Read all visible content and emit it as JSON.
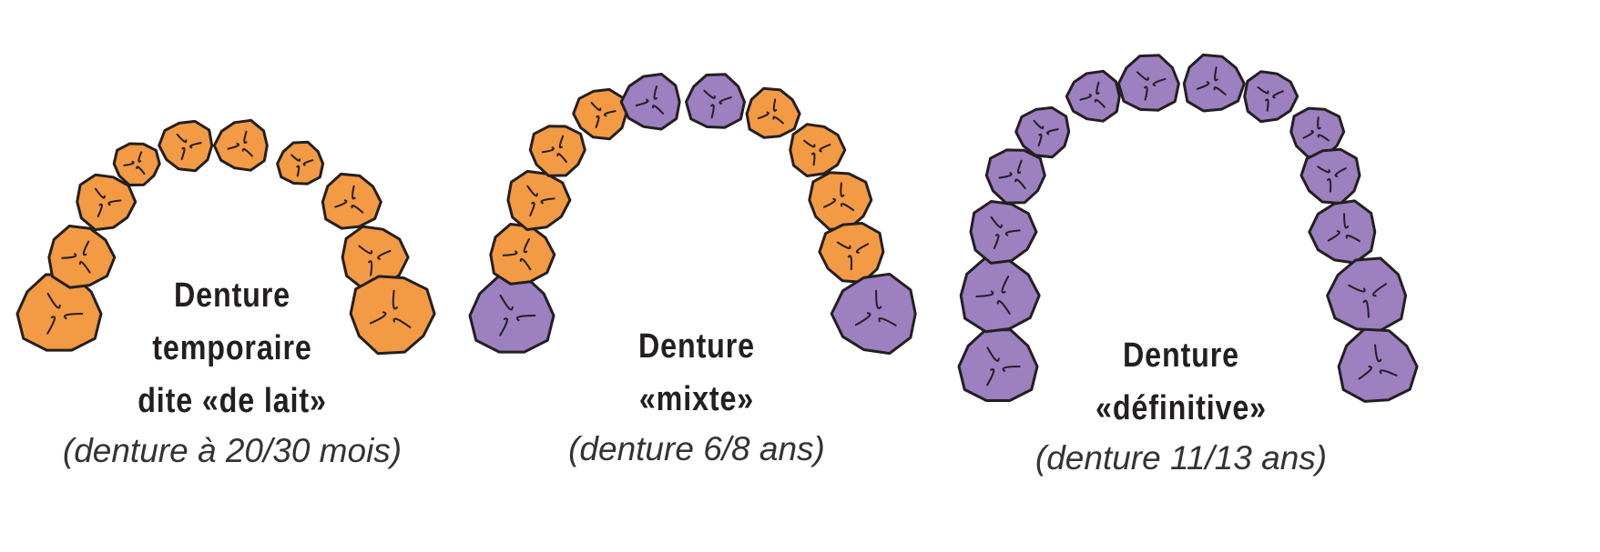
{
  "colors": {
    "primary_tooth": "#F39A45",
    "permanent_tooth": "#9C80C0",
    "outline": "#231f20"
  },
  "arches": [
    {
      "title_lines": [
        "Denture",
        "temporaire",
        "dite «de lait»"
      ],
      "subtitle": "(denture à 20/30 mois)",
      "tooth_types": [
        "P",
        "P",
        "P",
        "P",
        "P",
        "P",
        "P",
        "P",
        "P",
        "P"
      ]
    },
    {
      "title_lines": [
        "Denture",
        "«mixte»"
      ],
      "subtitle": "(denture 6/8 ans)",
      "tooth_types": [
        "D",
        "P",
        "P",
        "P",
        "P",
        "D",
        "D",
        "P",
        "P",
        "P",
        "P",
        "D"
      ]
    },
    {
      "title_lines": [
        "Denture",
        "«définitive»"
      ],
      "subtitle": "(denture 11/13 ans)",
      "tooth_types": [
        "D",
        "D",
        "D",
        "D",
        "D",
        "D",
        "D",
        "D",
        "D",
        "D",
        "D",
        "D",
        "D",
        "D"
      ]
    }
  ]
}
